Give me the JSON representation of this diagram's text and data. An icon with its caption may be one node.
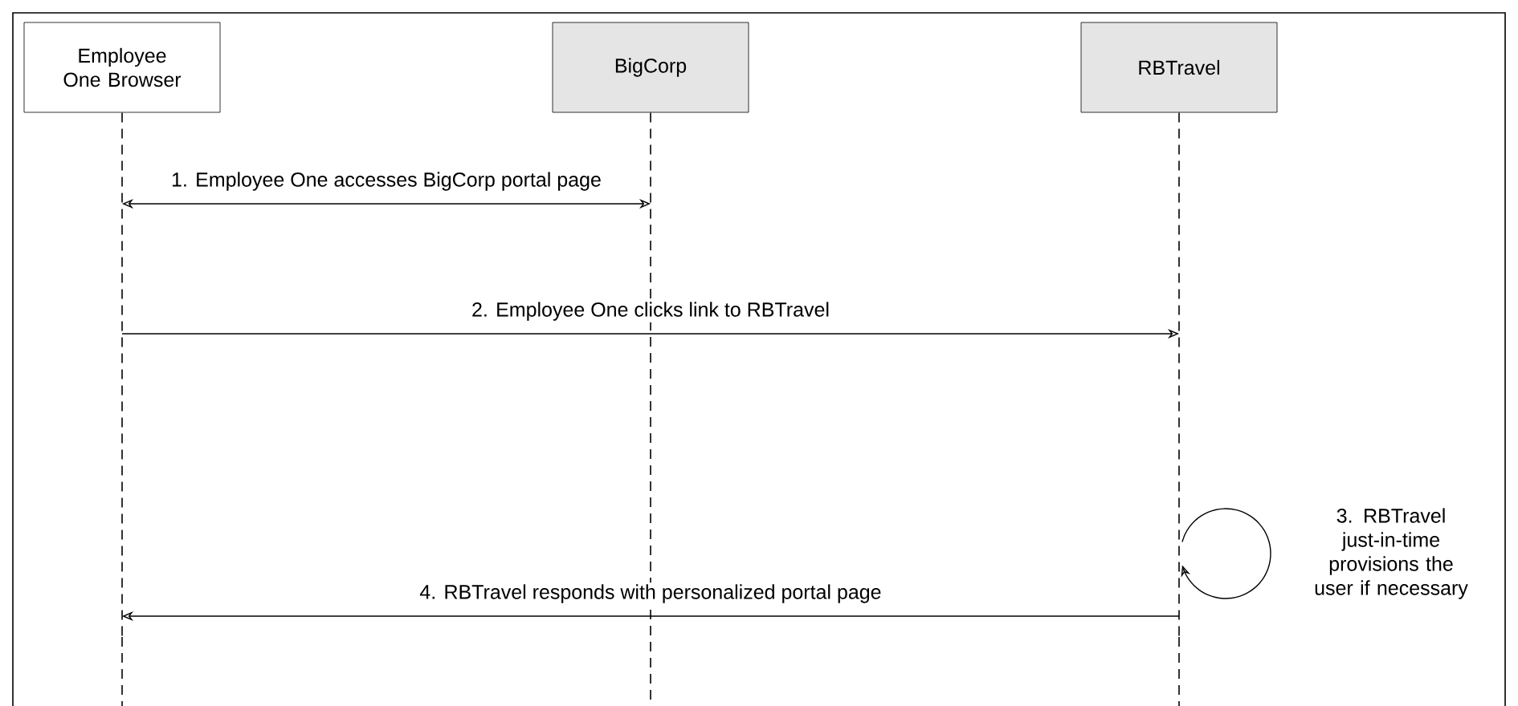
{
  "diagram": {
    "nodes": [
      {
        "text": [
          "Employee One Browser"
        ]
      },
      {
        "text": [
          "BigCorp"
        ]
      },
      {
        "text": [
          "RBTravel"
        ]
      }
    ],
    "edges": [
      {
        "from": 0,
        "to": 1,
        "arrow": "both",
        "label": "1. Employee One accesses BigCorp portal page"
      },
      {
        "from": 0,
        "to": 2,
        "arrow": "to",
        "label": "2. Employee One clicks link to RBTravel"
      },
      {
        "from": 2,
        "to": 2,
        "arrow": "to",
        "label": "3. RBTravel just-in-time provisions the user if necessary"
      },
      {
        "from": 2,
        "to": 0,
        "arrow": "to",
        "label": "4. RBTravel responds with personalized portal page"
      }
    ]
  }
}
